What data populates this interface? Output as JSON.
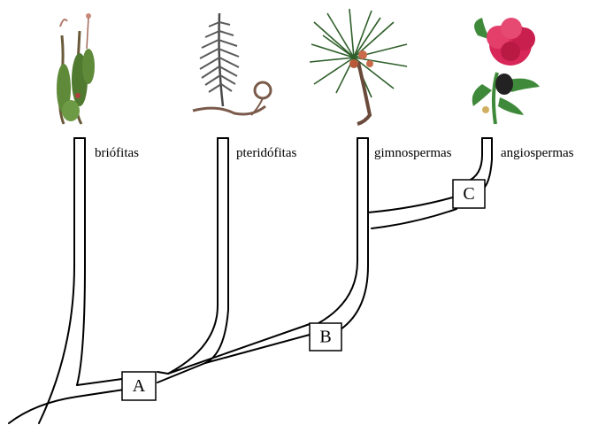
{
  "groups": {
    "briofitas": "briófitas",
    "pteridofitas": "pteridófitas",
    "gimnospermas": "gimnospermas",
    "angiospermas": "angiospermas"
  },
  "nodes": {
    "a": "A",
    "b": "B",
    "c": "C"
  },
  "images": {
    "briofitas": "moss-plant-illustration",
    "pteridofitas": "fern-frond-illustration",
    "gimnospermas": "pine-branch-illustration",
    "angiospermas": "red-flower-illustration"
  },
  "colors": {
    "moss_green": "#5e8a3a",
    "fern_gray": "#5a5a5a",
    "pine_green": "#2f5f2a",
    "flower_red": "#d8285a",
    "leaf_green": "#3f8a3a"
  }
}
